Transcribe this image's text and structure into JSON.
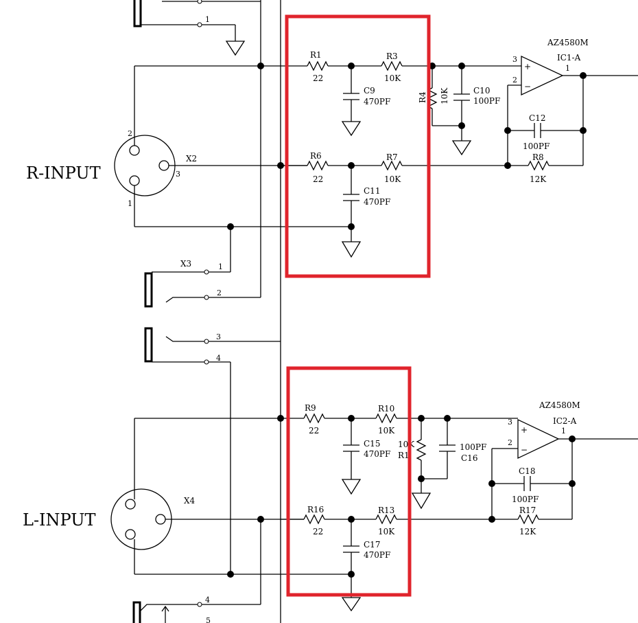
{
  "channels": {
    "right": {
      "title": "R-INPUT",
      "xlr": "X2",
      "jack": "X3",
      "ic_part": "AZ4580M",
      "ic_ref": "IC1-A",
      "xlr_pins": [
        "2",
        "3",
        "1"
      ],
      "jack_pins": [
        "1",
        "2"
      ],
      "top_jack_pin": "1",
      "op_pins": [
        "3",
        "2",
        "1"
      ],
      "r_a": {
        "ref": "R1",
        "val": "22"
      },
      "r_b": {
        "ref": "R3",
        "val": "10K"
      },
      "c_a": {
        "ref": "C9",
        "val": "470PF"
      },
      "r_c": {
        "ref": "R6",
        "val": "22"
      },
      "r_d": {
        "ref": "R7",
        "val": "10K"
      },
      "c_b": {
        "ref": "C11",
        "val": "470PF"
      },
      "r_shunt": {
        "ref": "R4",
        "val": "10K"
      },
      "c_shunt": {
        "ref": "C10",
        "val": "100PF"
      },
      "c_fb": {
        "ref": "C12",
        "val": "100PF"
      },
      "r_fb": {
        "ref": "R8",
        "val": "12K"
      }
    },
    "left": {
      "title": "L-INPUT",
      "xlr": "X4",
      "ic_part": "AZ4580M",
      "ic_ref": "IC2-A",
      "jack_pins": [
        "3",
        "4"
      ],
      "bottom_jack_pins": [
        "4",
        "5"
      ],
      "op_pins": [
        "3",
        "2",
        "1"
      ],
      "r_a": {
        "ref": "R9",
        "val": "22"
      },
      "r_b": {
        "ref": "R10",
        "val": "10K"
      },
      "c_a": {
        "ref": "C15",
        "val": "470PF"
      },
      "r_c": {
        "ref": "R16",
        "val": "22"
      },
      "r_d": {
        "ref": "R13",
        "val": "10K"
      },
      "c_b": {
        "ref": "C17",
        "val": "470PF"
      },
      "r_shunt": {
        "ref": "R1",
        "val": "10K"
      },
      "c_shunt": {
        "ref": "C16",
        "val": "100PF"
      },
      "c_fb": {
        "ref": "C18",
        "val": "100PF"
      },
      "r_fb": {
        "ref": "R17",
        "val": "12K"
      }
    }
  },
  "highlight_color": "#e0242c"
}
